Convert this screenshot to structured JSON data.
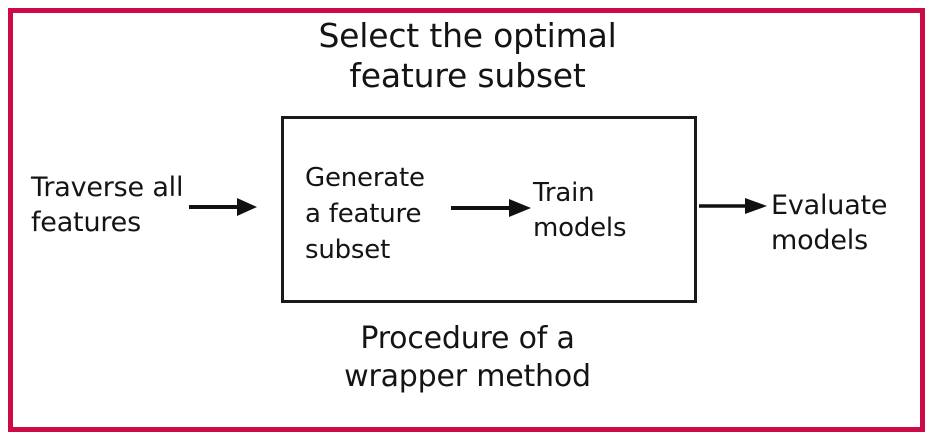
{
  "figure": {
    "title": "Select the optimal\nfeature subset",
    "caption": "Procedure of a\nwrapper method",
    "frame_color": "#cc0a46",
    "text_color": "#141414",
    "box_color": "#1a1a1a"
  },
  "flow": {
    "input_label": "Traverse all\nfeatures",
    "output_label": "Evaluate\nmodels",
    "box": {
      "step_one_label": "Generate\na feature\nsubset",
      "step_two_label": "Train\nmodels"
    },
    "arrows": [
      {
        "name": "arrow-traverse-to-box",
        "glyph": "right-arrow-icon"
      },
      {
        "name": "arrow-generate-to-train",
        "glyph": "right-arrow-icon"
      },
      {
        "name": "arrow-box-to-evaluate",
        "glyph": "right-arrow-icon"
      }
    ]
  }
}
